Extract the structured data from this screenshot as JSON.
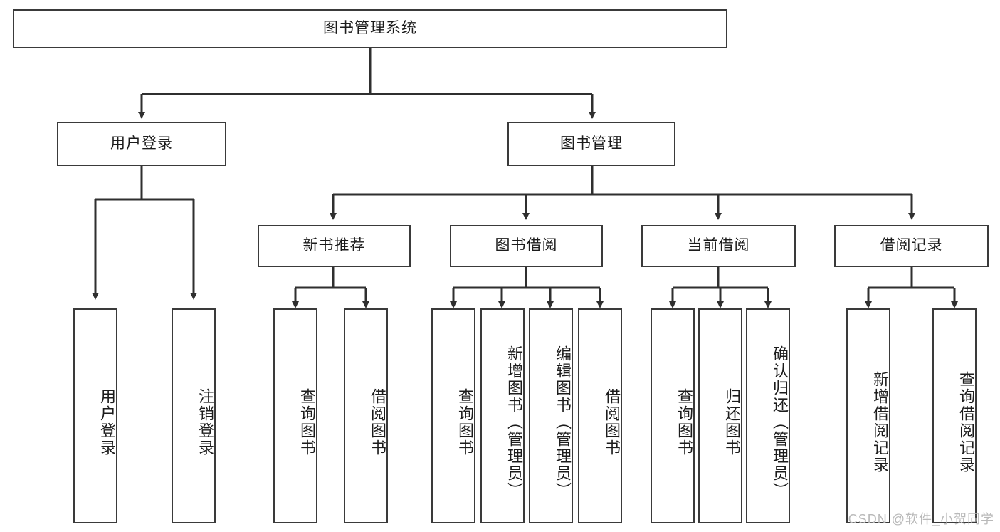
{
  "diagram": {
    "type": "tree-flowchart",
    "title_node": "图书管理系统",
    "orientation": "top-down",
    "edge_style": "orthogonal-with-arrowheads",
    "colors": {
      "box_border": "#3a3a3a",
      "box_fill": "#ffffff",
      "text": "#1c1c1c",
      "edge": "#2f2f2f",
      "watermark": "#b9b9b9"
    }
  },
  "nodes": {
    "root": {
      "label": "图书管理系统",
      "level": 0
    },
    "level1": [
      {
        "id": "user-login",
        "label": "用户登录"
      },
      {
        "id": "book-manage",
        "label": "图书管理"
      }
    ],
    "level2": [
      {
        "id": "new-book-recommend",
        "label": "新书推荐",
        "parent": "book-manage"
      },
      {
        "id": "book-borrow",
        "label": "图书借阅",
        "parent": "book-manage"
      },
      {
        "id": "current-borrow",
        "label": "当前借阅",
        "parent": "book-manage"
      },
      {
        "id": "borrow-record",
        "label": "借阅记录",
        "parent": "book-manage"
      }
    ],
    "leaves": {
      "user-login": [
        {
          "id": "leaf-user-login",
          "label": "用户登录"
        },
        {
          "id": "leaf-user-logout",
          "label": "注销登录"
        }
      ],
      "new-book-recommend": [
        {
          "id": "leaf-query-book-1",
          "label": "查询图书"
        },
        {
          "id": "leaf-borrow-book-1",
          "label": "借阅图书"
        }
      ],
      "book-borrow": [
        {
          "id": "leaf-query-book-2",
          "label": "查询图书"
        },
        {
          "id": "leaf-add-book",
          "label": "新增图书（管理员）"
        },
        {
          "id": "leaf-edit-book",
          "label": "编辑图书（管理员）"
        },
        {
          "id": "leaf-borrow-book-2",
          "label": "借阅图书"
        }
      ],
      "current-borrow": [
        {
          "id": "leaf-query-book-3",
          "label": "查询图书"
        },
        {
          "id": "leaf-return-book",
          "label": "归还图书"
        },
        {
          "id": "leaf-confirm-return",
          "label": "确认归还（管理员）"
        }
      ],
      "borrow-record": [
        {
          "id": "leaf-add-record",
          "label": "新增借阅记录"
        },
        {
          "id": "leaf-query-record",
          "label": "查询借阅记录"
        }
      ]
    }
  },
  "watermark": {
    "text": "CSDN @软件_小贺同学"
  }
}
